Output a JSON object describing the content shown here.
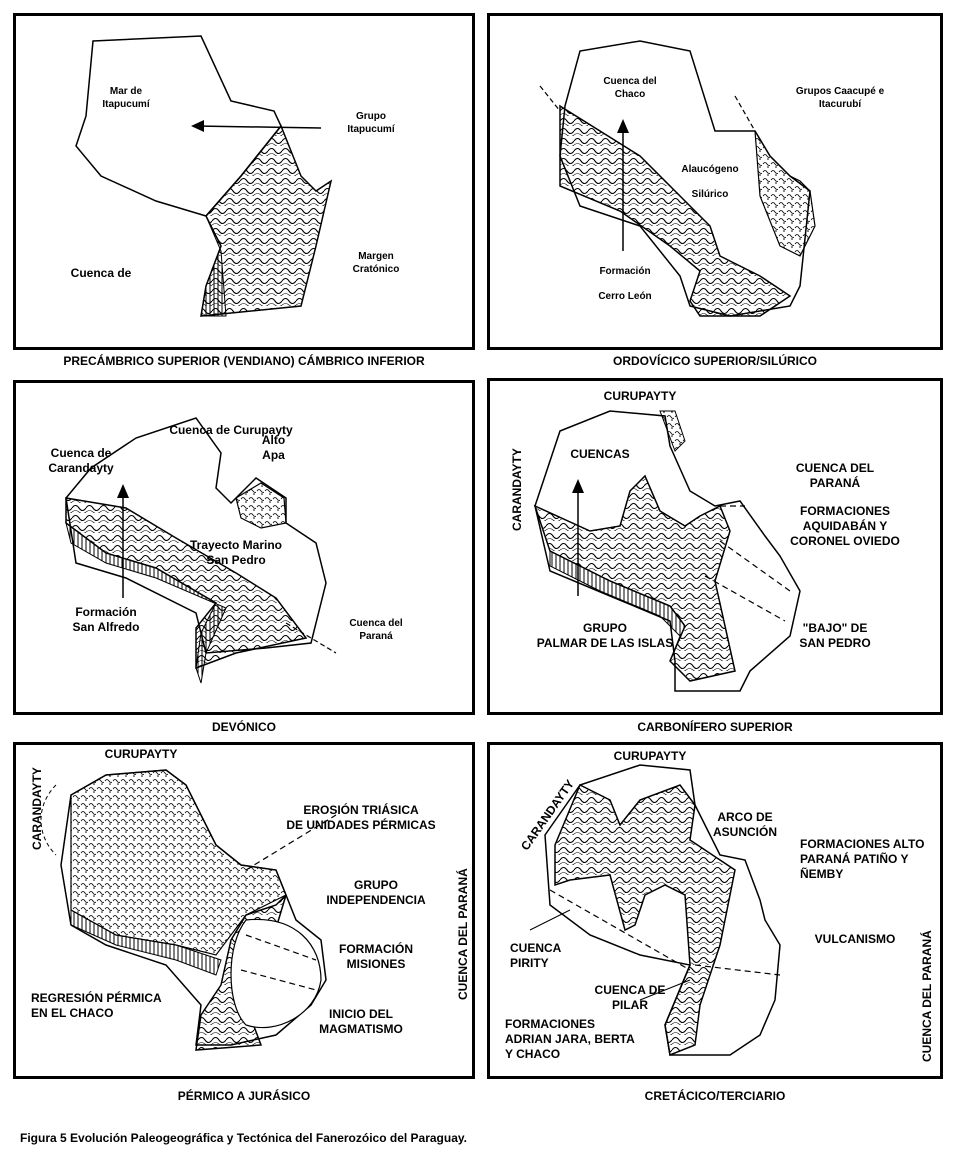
{
  "figure_caption": "Figura 5 Evolución Paleogeográfica y Tectónica del Fanerozóico del Paraguay.",
  "captions": {
    "p1": "PRECÁMBRICO SUPERIOR (VENDIANO) CÁMBRICO INFERIOR",
    "p2": "ORDOVÍCICO SUPERIOR/SILÚRICO",
    "p3": "DEVÓNICO",
    "p4": "CARBONÍFERO SUPERIOR",
    "p5": "PÉRMICO A JURÁSICO",
    "p6": "CRETÁCICO/TERCIARIO"
  },
  "panel1": {
    "mar": "Mar de\nItapucumí",
    "grupo": "Grupo\nItapucumí",
    "cuenca": "Cuenca de",
    "margen": "Margen\nCratónico"
  },
  "panel2": {
    "chaco": "Cuenca del\nChaco",
    "grupos": "Grupos Caacupé e\nItacurubí",
    "alaucogeno": "Alaucógeno\n\nSilúrico",
    "formacion": "Formación\n\nCerro León"
  },
  "panel3": {
    "curupayty": "Cuenca de Curupayty",
    "carandayty": "Cuenca de\nCarandayty",
    "alto": "Alto\nApa",
    "trayecto": "Trayecto Marino\nSan Pedro",
    "formacion": "Formación\nSan Alfredo",
    "parana": "Cuenca del\nParaná"
  },
  "panel4": {
    "curupayty": "CURUPAYTY",
    "carandayty": "CARANDAYTY",
    "cuencas": "CUENCAS",
    "cuenca_parana": "CUENCA DEL\nPARANÁ",
    "formaciones": "FORMACIONES\nAQUIDABÁN Y\nCORONEL OVIEDO",
    "grupo": "GRUPO\nPALMAR DE LAS ISLAS",
    "bajo": "\"BAJO\" DE\nSAN PEDRO"
  },
  "panel5": {
    "curupayty": "CURUPAYTY",
    "carandayty": "CARANDAYTY",
    "erosion": "EROSIÓN TRIÁSICA\nDE UNIDADES PÉRMICAS",
    "grupo": "GRUPO\nINDEPENDENCIA",
    "formacion": "FORMACIÓN\nMISIONES",
    "regresion": "REGRESIÓN PÉRMICA\nEN    EL     CHACO",
    "inicio": "INICIO DEL\nMAGMATISMO"
  },
  "side_label_mid": "CUENCA DEL PARANÁ",
  "panel6": {
    "curupayty": "CURUPAYTY",
    "carandayty": "CARANDAYTY",
    "arco": "ARCO DE\nASUNCIÓN",
    "formaciones_alto": "FORMACIONES ALTO\nPARANÁ PATIÑO Y\nÑEMBY",
    "vulcanismo": "VULCANISMO",
    "pirity": "CUENCA\nPIRITY",
    "pilar": "CUENCA DE\nPILAR",
    "formaciones_adrian": "FORMACIONES\nADRIAN JARA, BERTA\nY CHACO",
    "parana": "CUENCA DEL PARANÁ"
  }
}
